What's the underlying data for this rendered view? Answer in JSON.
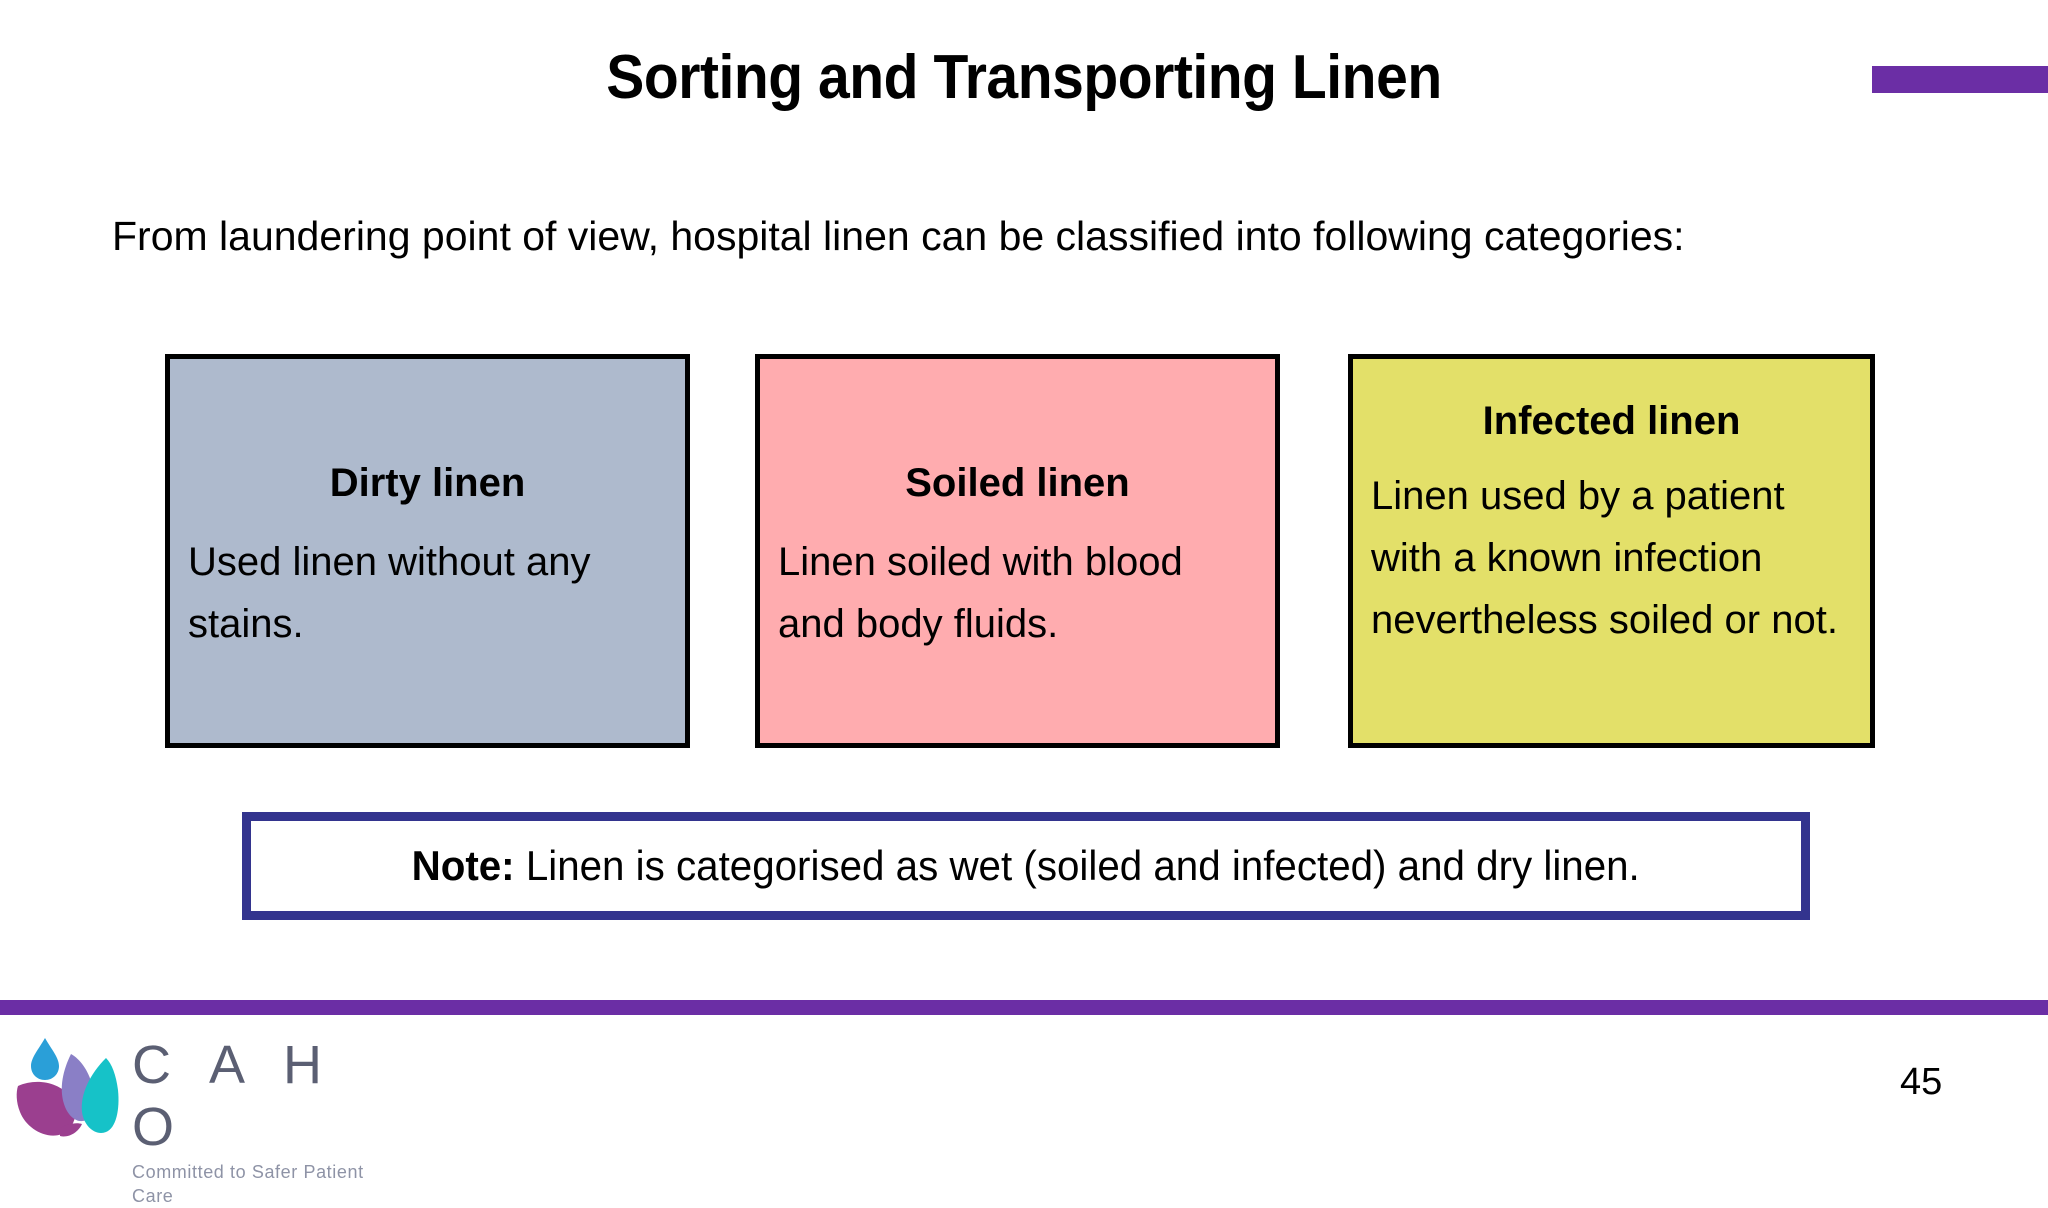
{
  "slide": {
    "title": "Sorting and Transporting Linen",
    "intro": "From laundering point of view, hospital linen can be classified into following categories:",
    "page_number": "45"
  },
  "categories": [
    {
      "title": "Dirty linen",
      "description": "Used linen without any stains.",
      "color": "#aebacd"
    },
    {
      "title": "Soiled linen",
      "description": "Linen soiled with blood and body fluids.",
      "color": "#ffacaf"
    },
    {
      "title": "Infected linen",
      "description": "Linen used by a patient with a known infection nevertheless soiled or not.",
      "color": "#e3e069"
    }
  ],
  "note": {
    "label": "Note:",
    "text": " Linen is categorised as wet (soiled and infected) and dry linen.",
    "border_color": "#33348e"
  },
  "footer": {
    "logo_word": "C A H O",
    "logo_tagline": "Committed to Safer Patient Care",
    "accent_color": "#6b2ea5"
  }
}
